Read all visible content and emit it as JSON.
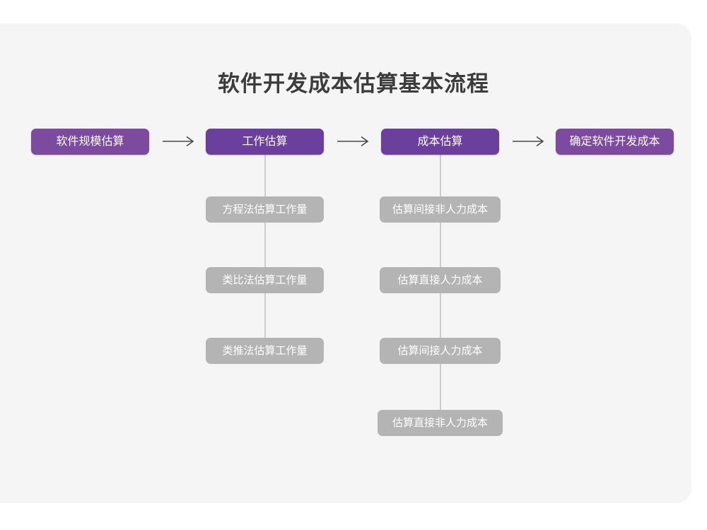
{
  "diagram": {
    "title": "软件开发成本估算基本流程",
    "colors": {
      "card_background": "#f5f5f5",
      "page_background": "#ffffff",
      "primary_node": "#7c4a9e",
      "primary_node_deep": "#6b3f9c",
      "sub_node": "#b4b4b4",
      "connector": "#cccccc",
      "arrow": "#4a4a4a",
      "title_text": "#3c3c3c",
      "node_text": "#ffffff"
    },
    "main_steps": [
      {
        "id": "step-1",
        "label": "软件规模估算"
      },
      {
        "id": "step-2",
        "label": "工作估算"
      },
      {
        "id": "step-3",
        "label": "成本估算"
      },
      {
        "id": "step-4",
        "label": "确定软件开发成本"
      }
    ],
    "arrows": [
      {
        "id": "arrow-1",
        "glyph": "→"
      },
      {
        "id": "arrow-2",
        "glyph": "→"
      },
      {
        "id": "arrow-3",
        "glyph": "→"
      }
    ],
    "effort_substeps": [
      {
        "id": "effort-1",
        "label": "方程法估算工作量"
      },
      {
        "id": "effort-2",
        "label": "类比法估算工作量"
      },
      {
        "id": "effort-3",
        "label": "类推法估算工作量"
      }
    ],
    "cost_substeps": [
      {
        "id": "cost-1",
        "label": "估算间接非人力成本"
      },
      {
        "id": "cost-2",
        "label": "估算直接人力成本"
      },
      {
        "id": "cost-3",
        "label": "估算间接人力成本"
      },
      {
        "id": "cost-4",
        "label": "估算直接非人力成本"
      }
    ]
  }
}
